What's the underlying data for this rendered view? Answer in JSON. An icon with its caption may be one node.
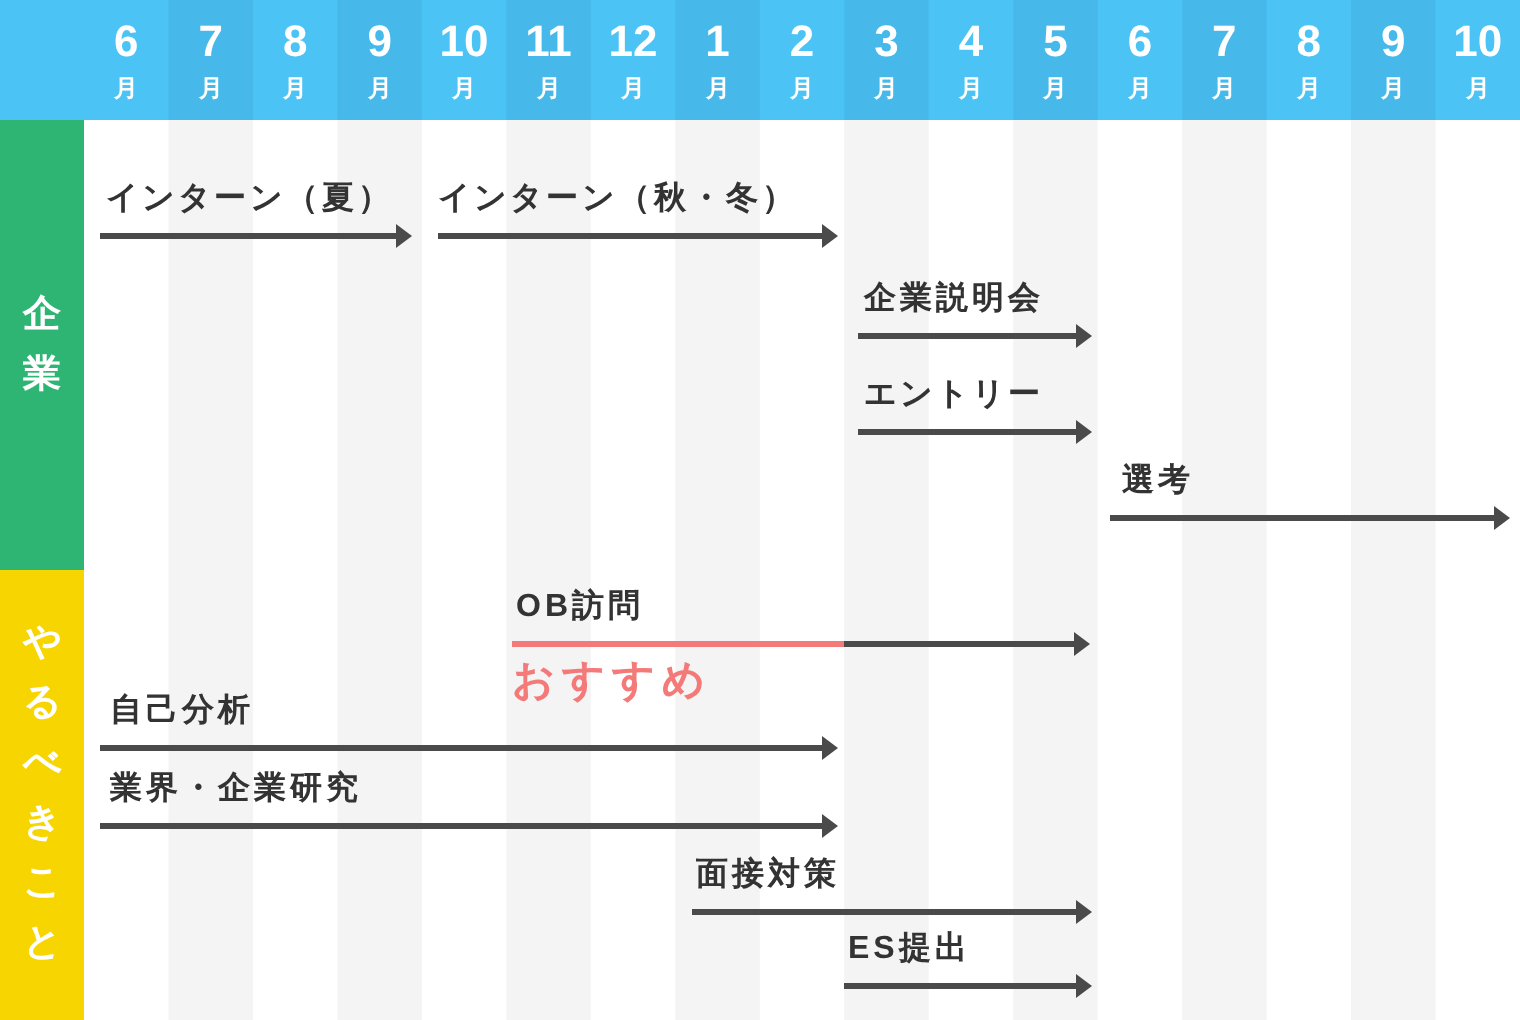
{
  "diagram": {
    "nodes": [
      {
        "text": [
          "企業"
        ]
      },
      {
        "text": [
          "やるべきこと"
        ]
      },
      {
        "text": [
          "インターン（夏）"
        ],
        "in": 0
      },
      {
        "text": [
          "インターン（秋・冬）"
        ],
        "in": 0
      },
      {
        "text": [
          "企業説明会"
        ],
        "in": 0
      },
      {
        "text": [
          "エントリー"
        ],
        "in": 0
      },
      {
        "text": [
          "選考"
        ],
        "in": 0
      },
      {
        "text": [
          "OB訪問"
        ],
        "in": 1,
        "beside": [
          "おすすめ"
        ]
      },
      {
        "text": [
          "自己分析"
        ],
        "in": 1
      },
      {
        "text": [
          "業界・企業研究"
        ],
        "in": 1
      },
      {
        "text": [
          "面接対策"
        ],
        "in": 1
      },
      {
        "text": [
          "ES提出"
        ],
        "in": 1
      }
    ],
    "labels": [
      "6月",
      "7月",
      "8月",
      "9月",
      "10月",
      "11月",
      "12月",
      "1月",
      "2月",
      "3月",
      "4月",
      "5月",
      "6月",
      "7月",
      "8月",
      "9月",
      "10月"
    ]
  }
}
